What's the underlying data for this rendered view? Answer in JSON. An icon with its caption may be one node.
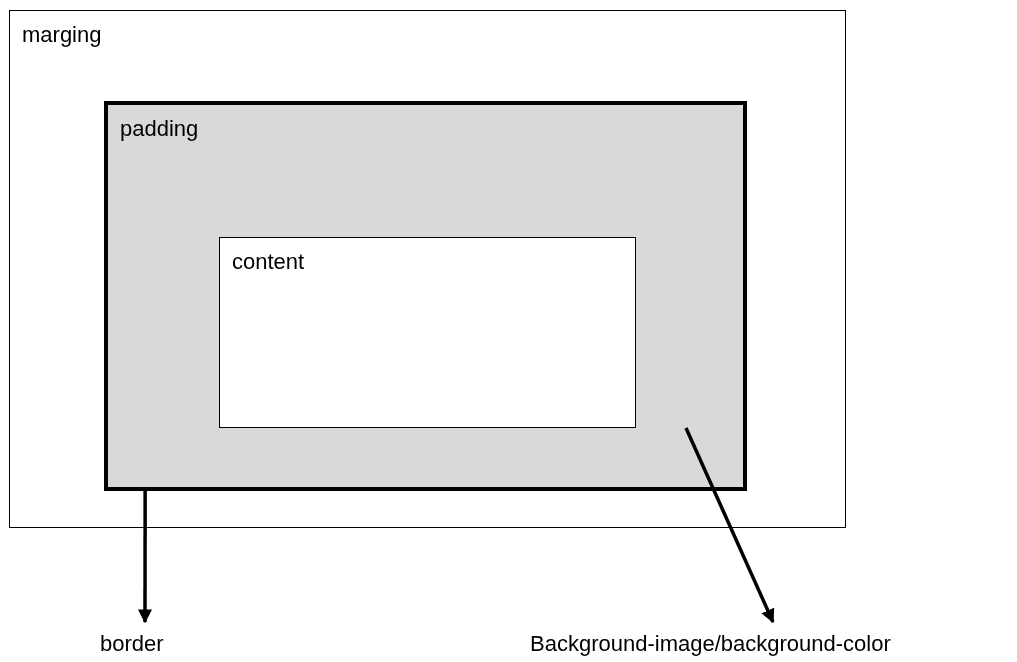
{
  "diagram": {
    "nodes": [
      {
        "text": [
          "marging"
        ]
      },
      {
        "text": [
          "padding"
        ],
        "in": 0
      },
      {
        "text": [
          "content"
        ],
        "in": 1
      },
      {
        "text": [
          "border"
        ]
      },
      {
        "text": [
          "Background-image/background-color"
        ]
      }
    ],
    "edges": [
      {
        "from": 1,
        "to": 3,
        "arrow": "to"
      },
      {
        "from": null,
        "to": 4,
        "arrow": "to"
      }
    ]
  }
}
